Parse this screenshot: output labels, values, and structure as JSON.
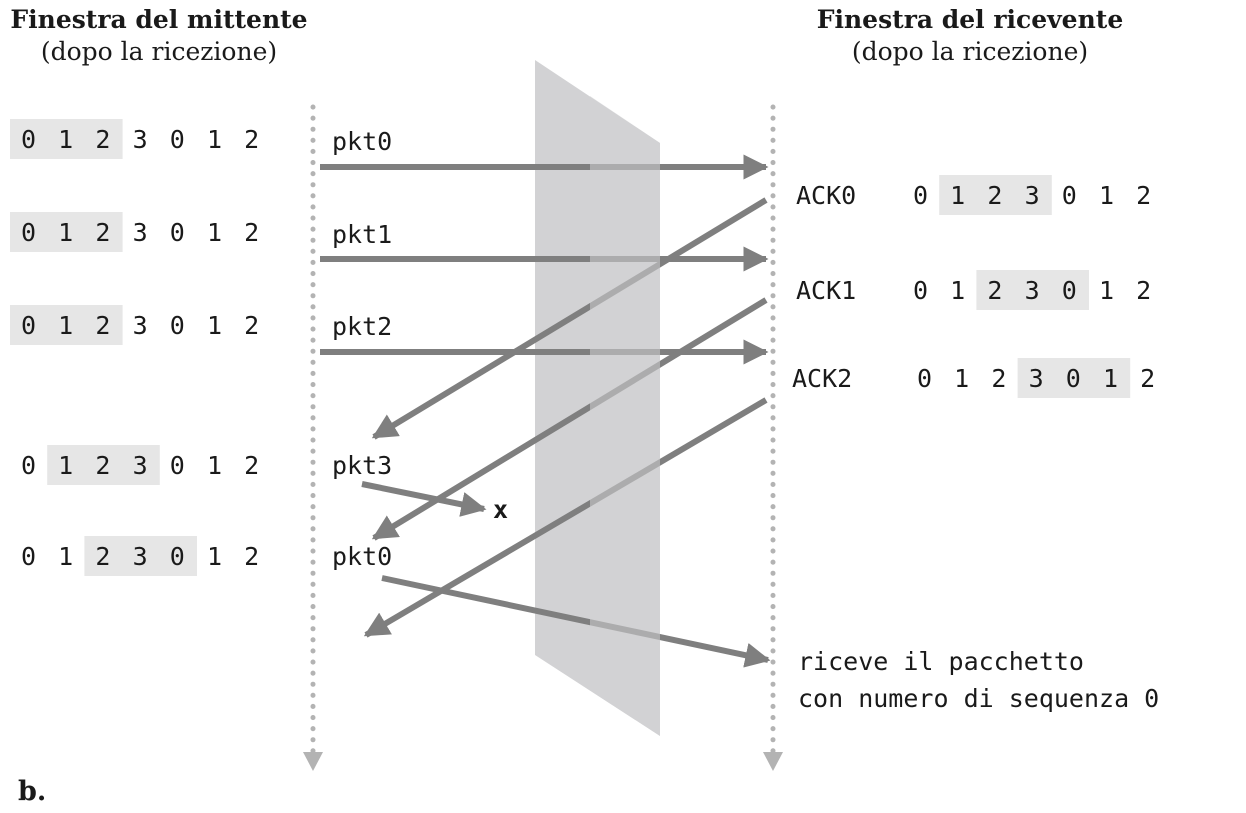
{
  "headers": {
    "sender_title": "Finestra del mittente",
    "sender_subtitle": "(dopo la ricezione)",
    "receiver_title": "Finestra del ricevente",
    "receiver_subtitle": "(dopo la ricezione)"
  },
  "figure_label": "b.",
  "sender_windows": [
    {
      "digits": [
        "0",
        "1",
        "2",
        "3",
        "0",
        "1",
        "2"
      ],
      "highlight": [
        0,
        2
      ]
    },
    {
      "digits": [
        "0",
        "1",
        "2",
        "3",
        "0",
        "1",
        "2"
      ],
      "highlight": [
        0,
        2
      ]
    },
    {
      "digits": [
        "0",
        "1",
        "2",
        "3",
        "0",
        "1",
        "2"
      ],
      "highlight": [
        0,
        2
      ]
    },
    {
      "digits": [
        "0",
        "1",
        "2",
        "3",
        "0",
        "1",
        "2"
      ],
      "highlight": [
        1,
        3
      ]
    },
    {
      "digits": [
        "0",
        "1",
        "2",
        "3",
        "0",
        "1",
        "2"
      ],
      "highlight": [
        2,
        4
      ]
    }
  ],
  "receiver_windows": [
    {
      "ack": "ACK0",
      "digits": [
        "0",
        "1",
        "2",
        "3",
        "0",
        "1",
        "2"
      ],
      "highlight": [
        1,
        3
      ]
    },
    {
      "ack": "ACK1",
      "digits": [
        "0",
        "1",
        "2",
        "3",
        "0",
        "1",
        "2"
      ],
      "highlight": [
        2,
        4
      ]
    },
    {
      "ack": "ACK2",
      "digits": [
        "0",
        "1",
        "2",
        "3",
        "0",
        "1",
        "2"
      ],
      "highlight": [
        3,
        5
      ]
    }
  ],
  "packets": [
    "pkt0",
    "pkt1",
    "pkt2",
    "pkt3",
    "pkt0"
  ],
  "lost_marker": "x",
  "receive_note": [
    "riceve il pacchetto",
    "con numero di sequenza 0"
  ],
  "colors": {
    "arrow": "#7f7f7f",
    "dotted_line": "#b3b3b3",
    "highlight": "#e6e6e6",
    "panel": "#d2d2d4",
    "text": "#1a1a1a"
  }
}
